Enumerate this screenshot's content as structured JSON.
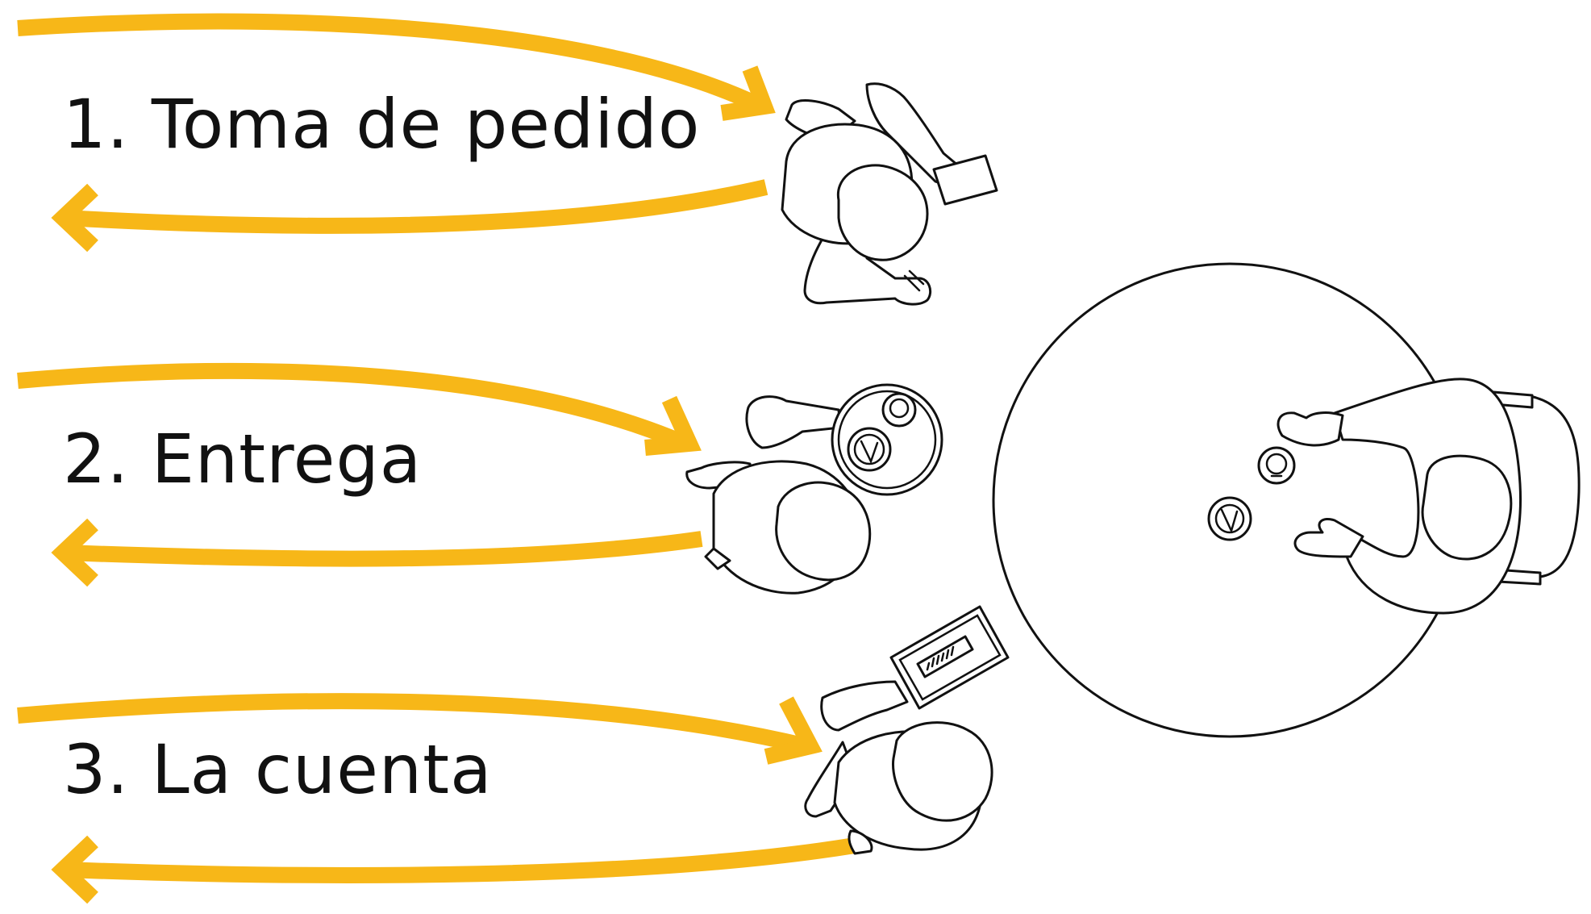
{
  "steps": [
    {
      "label": "1. Toma de pedido"
    },
    {
      "label": "2. Entrega"
    },
    {
      "label": "3. La cuenta"
    }
  ],
  "colors": {
    "arrow": "#F7B718",
    "line": "#111111",
    "background": "#FFFFFF"
  },
  "icons": [
    "waiter-icon",
    "order-notepad-icon",
    "round-table-icon",
    "serving-tray-icon",
    "coffee-cup-icon",
    "bill-tray-icon",
    "customer-icon",
    "chair-icon"
  ]
}
